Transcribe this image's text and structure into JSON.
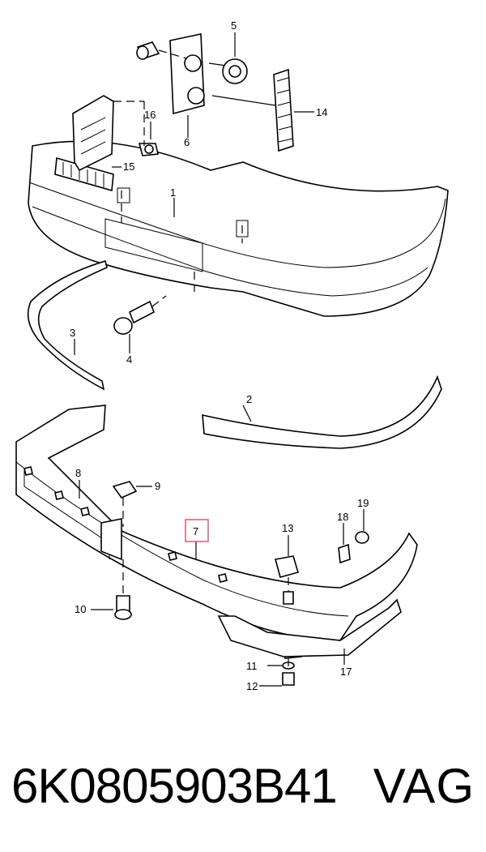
{
  "callouts": [
    "1",
    "2",
    "3",
    "4",
    "5",
    "6",
    "7",
    "8",
    "9",
    "10",
    "11",
    "12",
    "13",
    "14",
    "15",
    "16",
    "17",
    "18",
    "19"
  ],
  "highlighted_callout": "7",
  "highlight_color": "#e05a6a",
  "footer": {
    "part_number": "6K0805903B41",
    "brand": "VAG"
  }
}
